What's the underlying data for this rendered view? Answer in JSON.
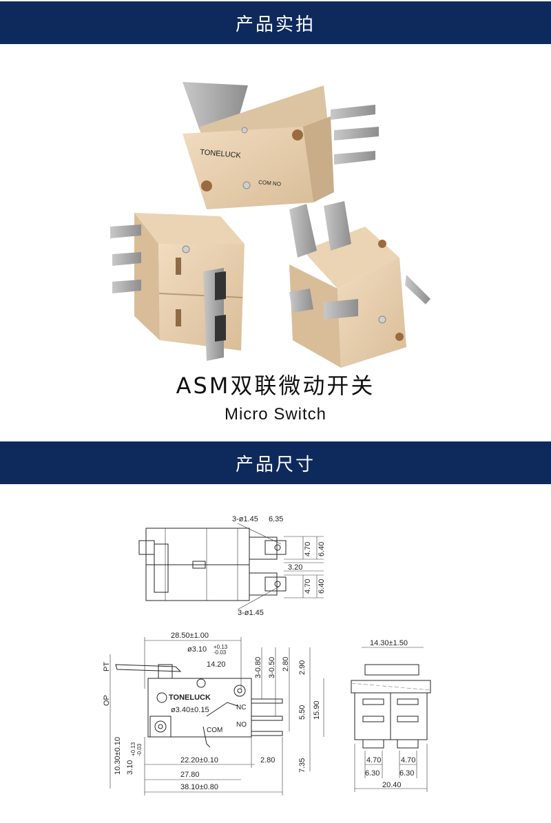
{
  "sections": {
    "photo_header": "产品实拍",
    "dimension_header": "产品尺寸"
  },
  "product": {
    "title": "ASM双联微动开关",
    "subtitle": "Micro Switch",
    "brand": "TONELUCK",
    "terminal_labels": {
      "nc": "NC",
      "com": "COM",
      "no": "NO"
    },
    "photo_markings": "COM NO"
  },
  "dimensions": {
    "top_view": {
      "hole_top": "3-ø1.45",
      "hole_bottom": "3-ø1.45",
      "terminal_offset": "6.35",
      "w1": "4.70",
      "w2": "6.40",
      "gap": "3.20",
      "w3": "4.70",
      "w4": "6.40"
    },
    "front_view": {
      "length": "28.50±1.00",
      "hole_a": "ø3.10",
      "hole_a_tol_up": "+0.13",
      "hole_a_tol_dn": "-0.03",
      "d_14_20": "14.20",
      "d_3_080": "3-0.80",
      "d_3_050": "3-0.50",
      "d_2_80a": "2.80",
      "d_2_90": "2.90",
      "pt": "PT",
      "op": "OP",
      "hole_b": "ø3.40±0.15",
      "d_5_50": "5.50",
      "d_15_90": "15.90",
      "d_10_30": "10.30±0.10",
      "d_3_10": "3.10",
      "d_3_10_tol_up": "+0.13",
      "d_3_10_tol_dn": "-0.03",
      "d_22_20": "22.20±0.10",
      "d_2_80b": "2.80",
      "d_7_35": "7.35",
      "d_27_80": "27.80",
      "d_38_10": "38.10±0.80"
    },
    "side_view": {
      "d_14_30": "14.30±1.50",
      "d_4_70a": "4.70",
      "d_4_70b": "4.70",
      "d_6_30a": "6.30",
      "d_6_30b": "6.30",
      "d_20_40": "20.40"
    }
  }
}
